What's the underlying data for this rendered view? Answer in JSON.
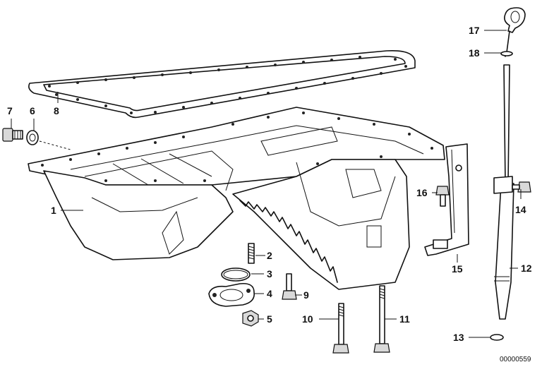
{
  "diagram": {
    "drawing_number": "00000559",
    "parts": [
      {
        "id": "p1",
        "number": "1"
      },
      {
        "id": "p2",
        "number": "2"
      },
      {
        "id": "p3",
        "number": "3"
      },
      {
        "id": "p4",
        "number": "4"
      },
      {
        "id": "p5",
        "number": "5"
      },
      {
        "id": "p6",
        "number": "6"
      },
      {
        "id": "p7",
        "number": "7"
      },
      {
        "id": "p8",
        "number": "8"
      },
      {
        "id": "p9",
        "number": "9"
      },
      {
        "id": "p10",
        "number": "10"
      },
      {
        "id": "p11",
        "number": "11"
      },
      {
        "id": "p12",
        "number": "12"
      },
      {
        "id": "p13",
        "number": "13"
      },
      {
        "id": "p14",
        "number": "14"
      },
      {
        "id": "p15",
        "number": "15"
      },
      {
        "id": "p16",
        "number": "16"
      },
      {
        "id": "p17",
        "number": "17"
      },
      {
        "id": "p18",
        "number": "18"
      }
    ]
  }
}
